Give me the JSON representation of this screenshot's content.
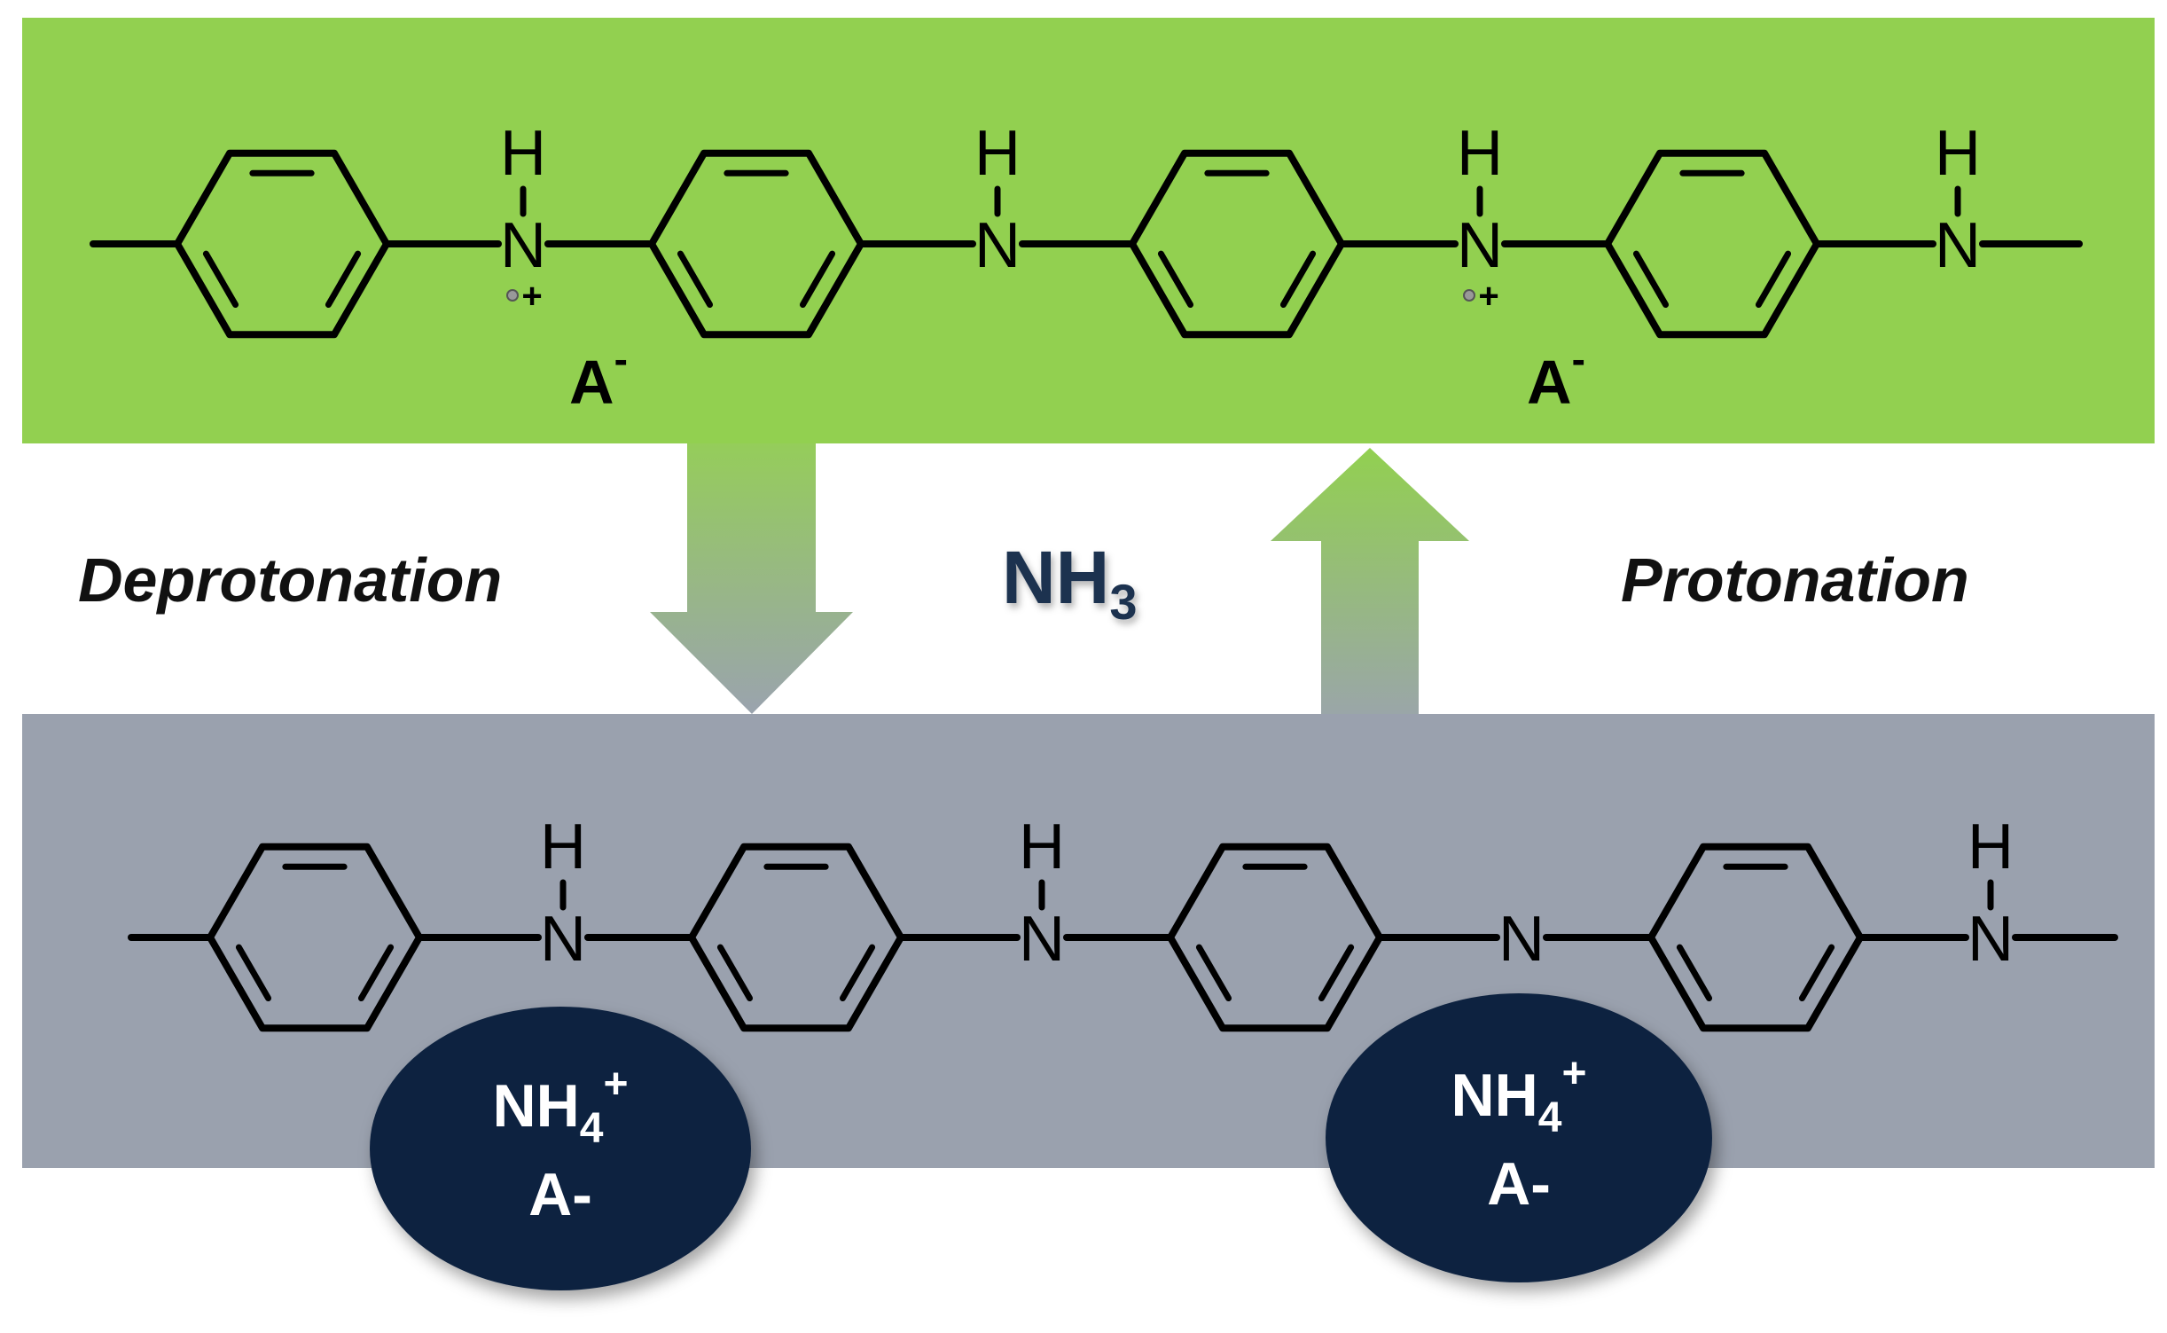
{
  "labels": {
    "deprotonation": "Deprotonation",
    "protonation": "Protonation",
    "reagent_main": "NH",
    "reagent_sub": "3",
    "counter_anion_main": "A",
    "counter_anion_sup": "-",
    "hydrogen": "H",
    "nitrogen": "N",
    "positive_charge": "+",
    "salt_line1_main": "NH",
    "salt_line1_sub": "4",
    "salt_line1_sup": "+",
    "salt_line2": "A-"
  },
  "colors": {
    "doped_panel": "#92d050",
    "dedoped_panel": "#9aa1ae",
    "salt_ellipse": "#0e2340",
    "arrow_down_top": "#95cd5a",
    "arrow_down_bottom": "#9aa3ae",
    "arrow_up_top": "#92d050",
    "arrow_up_bottom": "#9aa6a8",
    "reagent_text": "#1c3350"
  }
}
